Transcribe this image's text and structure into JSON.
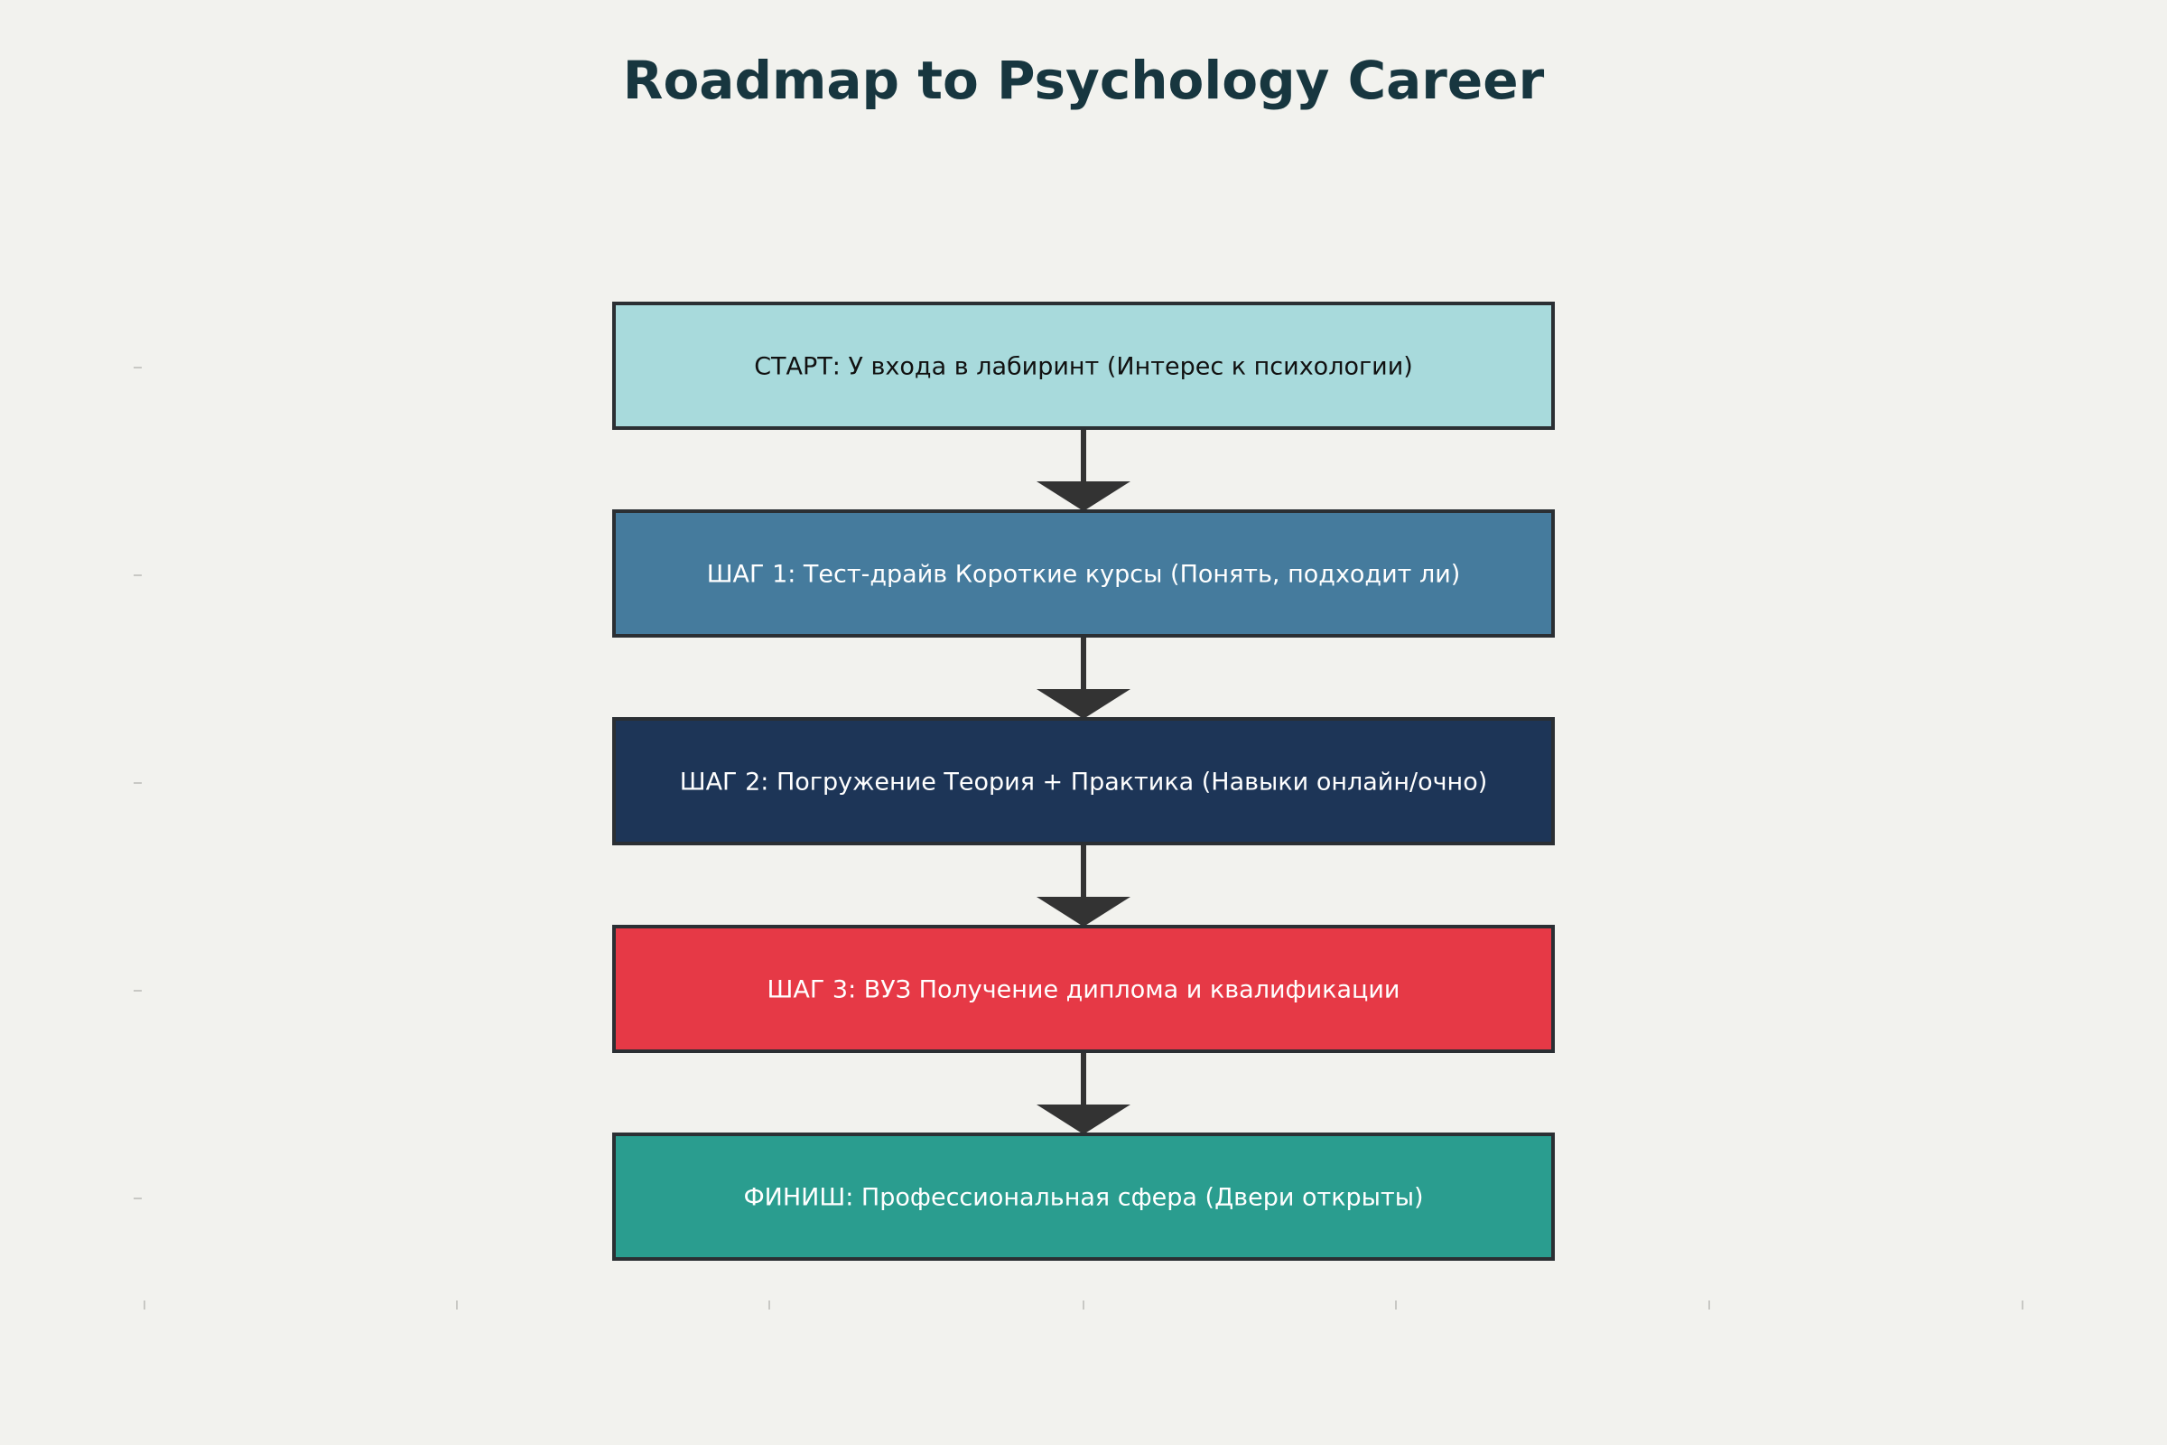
{
  "title": "Roadmap to Psychology Career",
  "steps": [
    {
      "label": "СТАРТ: У входа в лабиринт (Интерес к психологии)",
      "fill": "#a8dadc",
      "text_color": "#111111"
    },
    {
      "label": "ШАГ 1: Тест-драйв Короткие курсы (Понять, подходит ли)",
      "fill": "#457b9d",
      "text_color": "#ffffff"
    },
    {
      "label": "ШАГ 2: Погружение Теория + Практика (Навыки онлайн/очно)",
      "fill": "#1d3557",
      "text_color": "#ffffff"
    },
    {
      "label": "ШАГ 3: ВУЗ Получение диплома и квалификации",
      "fill": "#e63946",
      "text_color": "#ffffff"
    },
    {
      "label": "ФИНИШ: Профессиональная сфера (Двери открыты)",
      "fill": "#2a9d8f",
      "text_color": "#ffffff"
    }
  ],
  "colors": {
    "background": "#f2f2ee",
    "title": "#17363f",
    "border": "#2b2f33",
    "arrow": "#333333",
    "tick": "#c8c8c4"
  }
}
